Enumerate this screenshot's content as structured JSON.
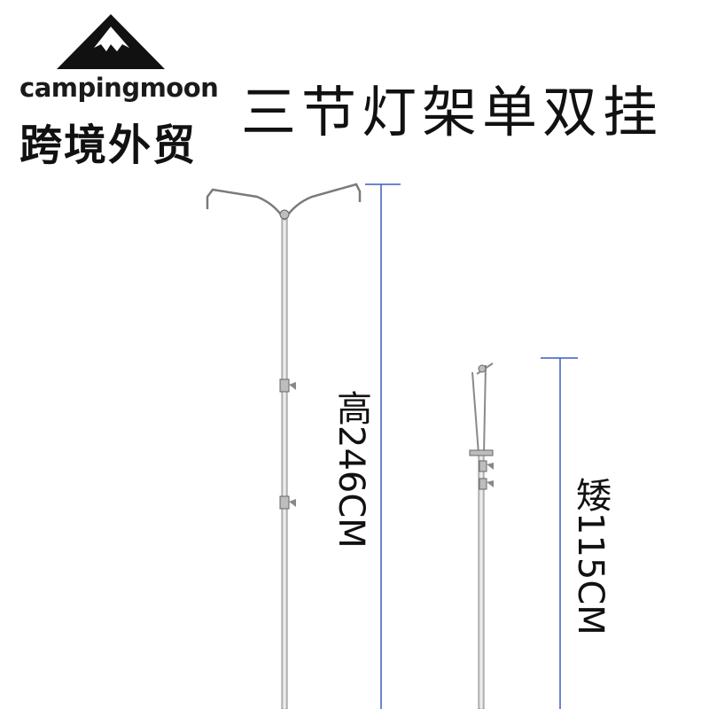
{
  "brand": {
    "name": "campingmoon",
    "tagline": "跨境外贸"
  },
  "product": {
    "title": "三节灯架单双挂"
  },
  "heights": {
    "tall": "高246CM",
    "short": "矮115CM"
  },
  "colors": {
    "text": "#111111",
    "dimension_line": "#3a5bc7",
    "metal": "#d8d8d8",
    "background": "#ffffff"
  },
  "icons": {
    "logo": "mountain-logo-icon"
  }
}
